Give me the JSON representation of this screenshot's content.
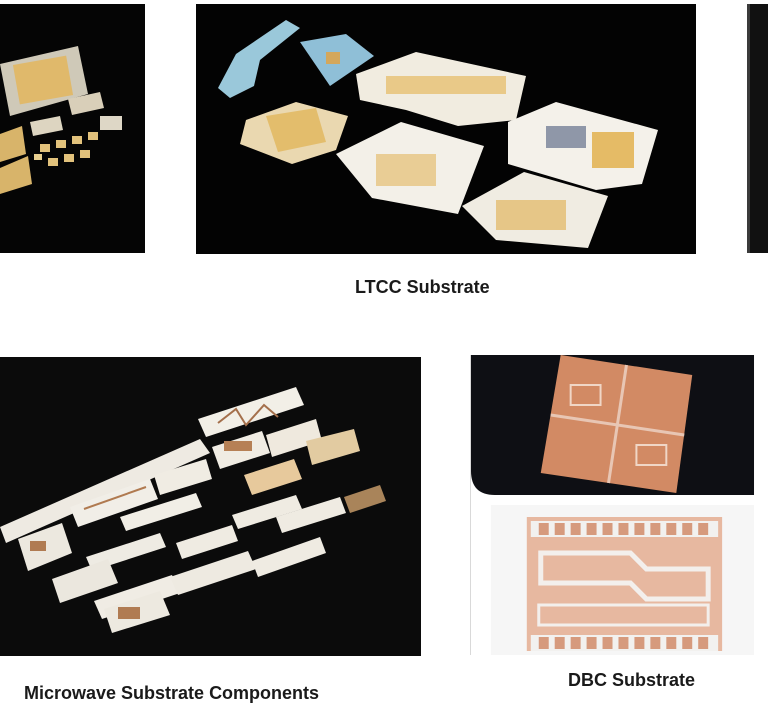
{
  "captions": {
    "ltcc": "LTCC Substrate",
    "microwave": "Microwave Substrate Components",
    "dbc": "DBC Substrate"
  },
  "colors": {
    "background": "#ffffff",
    "photo_background": "#050505",
    "ceramic_white": "#f2efe6",
    "gold_pad": "#e6bd6a",
    "copper": "#d48a66",
    "blue_green_sheet": "#9ac8da"
  }
}
